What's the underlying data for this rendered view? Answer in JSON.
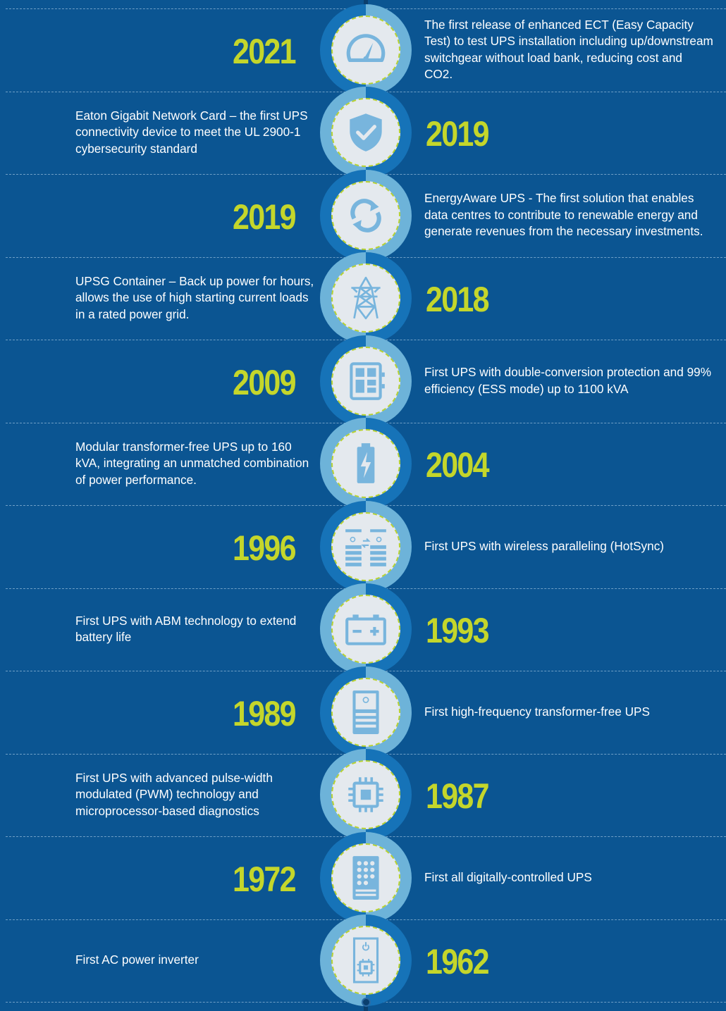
{
  "colors": {
    "background": "#0b5592",
    "year": "#c4d62b",
    "ring_light": "#6db3d9",
    "ring_dark": "#1673b8",
    "disc": "#e4e9ee",
    "icon": "#78b5dd"
  },
  "milestones": [
    {
      "year": "2021",
      "text": "The first release of enhanced ECT (Easy Capacity Test) to test UPS installation including up/downstream switchgear without load bank, reducing cost and CO2.",
      "icon": "speedometer-icon"
    },
    {
      "year": "2019",
      "text": "Eaton Gigabit Network Card – the first UPS connectivity device to meet the UL 2900-1 cybersecurity standard",
      "icon": "shield-check-icon"
    },
    {
      "year": "2019",
      "text": "EnergyAware UPS - The first solution that enables data centres to contribute to renewable energy and generate revenues from the necessary investments.",
      "icon": "refresh-cycle-icon"
    },
    {
      "year": "2018",
      "text": "UPSG Container – Back up power for hours, allows the use of high starting current loads in a rated power grid.",
      "icon": "power-tower-icon"
    },
    {
      "year": "2009",
      "text": "First UPS with double-conversion protection and 99% efficiency (ESS mode) up to 1100 kVA",
      "icon": "ups-cabinet-icon"
    },
    {
      "year": "2004",
      "text": "Modular transformer-free UPS up to 160 kVA, integrating an unmatched combination of power performance.",
      "icon": "battery-bolt-icon"
    },
    {
      "year": "1996",
      "text": "First UPS with wireless paralleling (HotSync)",
      "icon": "parallel-ups-icon"
    },
    {
      "year": "1993",
      "text": "First UPS with ABM technology to extend battery life",
      "icon": "car-battery-icon"
    },
    {
      "year": "1989",
      "text": "First high-frequency transformer-free UPS",
      "icon": "ups-tower-icon"
    },
    {
      "year": "1987",
      "text": "First UPS with advanced pulse-width modulated (PWM) technology and microprocessor-based diagnostics",
      "icon": "microchip-icon"
    },
    {
      "year": "1972",
      "text": "First all digitally-controlled UPS",
      "icon": "keypad-controller-icon"
    },
    {
      "year": "1962",
      "text": "First AC power inverter",
      "icon": "inverter-unit-icon"
    }
  ]
}
